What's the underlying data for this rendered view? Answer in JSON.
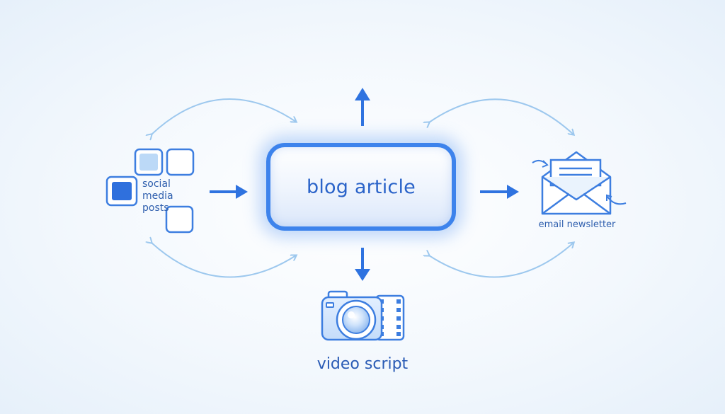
{
  "diagram": {
    "center": {
      "label": "blog article"
    },
    "outputs": {
      "social": {
        "label": "social\nmedia\nposts",
        "icon": "social-squares-icon"
      },
      "email": {
        "label": "email newsletter",
        "icon": "envelope-icon"
      },
      "video": {
        "label": "video script",
        "icon": "camera-film-icon"
      }
    },
    "colors": {
      "primary": "#3d83ec",
      "arrow": "#2f73e0",
      "curve": "#9dc8ee",
      "text": "#2e63b8",
      "light_fill": "#bcd9f7"
    }
  }
}
